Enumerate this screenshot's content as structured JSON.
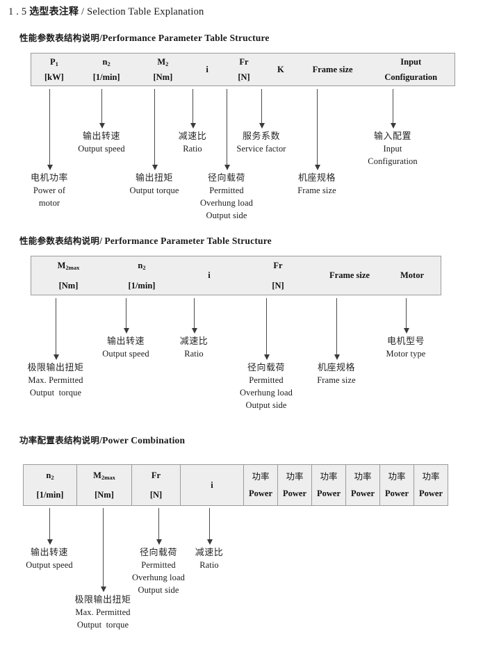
{
  "title": {
    "number": "1 . 5",
    "cn": "选型表注释",
    "sep": "/",
    "en": "Selection Table Explanation"
  },
  "sections": [
    {
      "heading": {
        "cn": "性能参数表结构说明",
        "sep": "/",
        "en": "Performance Parameter Table Structure"
      },
      "table": {
        "columns": [
          {
            "line1": "P",
            "sub1": "1",
            "line2": "[kW]"
          },
          {
            "line1": "n",
            "sub1": "2",
            "line2": "[1/min]"
          },
          {
            "line1": "M",
            "sub1": "2",
            "line2": "[Nm]"
          },
          {
            "line1": "i",
            "sub1": "",
            "line2": ""
          },
          {
            "line1": "Fr",
            "sub1": "",
            "line2": "[N]"
          },
          {
            "line1": "K",
            "sub1": "",
            "line2": ""
          },
          {
            "line1": "Frame size",
            "sub1": "",
            "line2": ""
          },
          {
            "line1": "Input",
            "sub1": "",
            "line2": "Configuration"
          }
        ]
      },
      "annotations": [
        {
          "cn": "电机功率",
          "en1": "Power of",
          "en2": "motor",
          "en3": ""
        },
        {
          "cn": "输出转速",
          "en1": "Output speed",
          "en2": "",
          "en3": ""
        },
        {
          "cn": "输出扭矩",
          "en1": "Output torque",
          "en2": "",
          "en3": ""
        },
        {
          "cn": "减速比",
          "en1": "Ratio",
          "en2": "",
          "en3": ""
        },
        {
          "cn": "径向载荷",
          "en1": "Permitted",
          "en2": "Overhung load",
          "en3": "Output side"
        },
        {
          "cn": "服务系数",
          "en1": "Service factor",
          "en2": "",
          "en3": ""
        },
        {
          "cn": "机座规格",
          "en1": "Frame size",
          "en2": "",
          "en3": ""
        },
        {
          "cn": "输入配置",
          "en1": "Input",
          "en2": "Configuration",
          "en3": ""
        }
      ]
    },
    {
      "heading": {
        "cn": "性能参数表结构说明",
        "sep": "/",
        "en": "Performance Parameter Table Structure"
      },
      "table": {
        "columns": [
          {
            "line1": "M",
            "sub1": "2max",
            "line2": "[Nm]"
          },
          {
            "line1": "n",
            "sub1": "2",
            "line2": "[1/min]"
          },
          {
            "line1": "i",
            "sub1": "",
            "line2": ""
          },
          {
            "line1": "Fr",
            "sub1": "",
            "line2": "[N]"
          },
          {
            "line1": "Frame size",
            "sub1": "",
            "line2": ""
          },
          {
            "line1": "Motor",
            "sub1": "",
            "line2": ""
          }
        ]
      },
      "annotations": [
        {
          "cn": "极限输出扭矩",
          "en1": "Max. Permitted",
          "en2": "Output  torque",
          "en3": ""
        },
        {
          "cn": "输出转速",
          "en1": "Output speed",
          "en2": "",
          "en3": ""
        },
        {
          "cn": "减速比",
          "en1": "Ratio",
          "en2": "",
          "en3": ""
        },
        {
          "cn": "径向载荷",
          "en1": "Permitted",
          "en2": "Overhung load",
          "en3": "Output side"
        },
        {
          "cn": "机座规格",
          "en1": "Frame size",
          "en2": "",
          "en3": ""
        },
        {
          "cn": "电机型号",
          "en1": "Motor type",
          "en2": "",
          "en3": ""
        }
      ]
    },
    {
      "heading": {
        "cn": "功率配置表结构说明",
        "sep": "/",
        "en": "Power Combination"
      },
      "table": {
        "columns": [
          {
            "line1": "n",
            "sub1": "2",
            "line2": "[1/min]"
          },
          {
            "line1": "M",
            "sub1": "2max",
            "line2": "[Nm]"
          },
          {
            "line1": "Fr",
            "sub1": "",
            "line2": "[N]"
          },
          {
            "line1": "i",
            "sub1": "",
            "line2": ""
          },
          {
            "line1": "功率",
            "sub1": "",
            "line2": "Power"
          },
          {
            "line1": "功率",
            "sub1": "",
            "line2": "Power"
          },
          {
            "line1": "功率",
            "sub1": "",
            "line2": "Power"
          },
          {
            "line1": "功率",
            "sub1": "",
            "line2": "Power"
          },
          {
            "line1": "功率",
            "sub1": "",
            "line2": "Power"
          },
          {
            "line1": "功率",
            "sub1": "",
            "line2": "Power"
          }
        ]
      },
      "annotations": [
        {
          "cn": "输出转速",
          "en1": "Output speed",
          "en2": "",
          "en3": ""
        },
        {
          "cn": "极限输出扭矩",
          "en1": "Max. Permitted",
          "en2": "Output  torque",
          "en3": ""
        },
        {
          "cn": "径向载荷",
          "en1": "Permitted",
          "en2": "Overhung load",
          "en3": "Output side"
        },
        {
          "cn": "减速比",
          "en1": "Ratio",
          "en2": "",
          "en3": ""
        }
      ]
    }
  ]
}
